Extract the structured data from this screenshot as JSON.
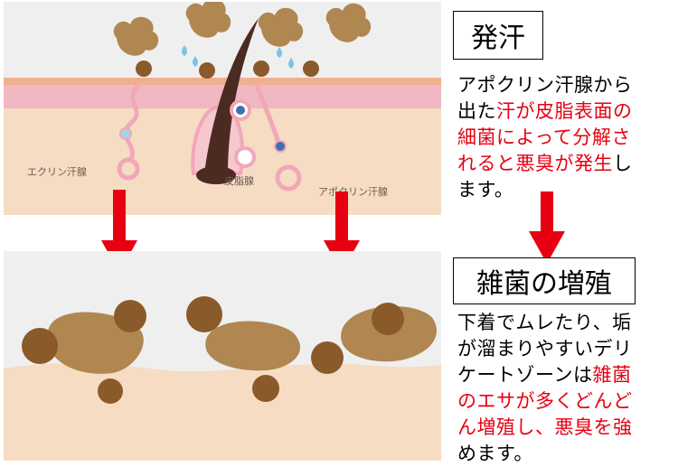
{
  "top_box": {
    "title": "発汗",
    "desc": [
      {
        "text": "アポクリン汗腺から",
        "red": false
      },
      {
        "text": "出た",
        "red": false
      },
      {
        "text": "汗が皮脂表面の",
        "red": true
      },
      {
        "text": "細菌によって分解さ",
        "red": true
      },
      {
        "text": "れると悪臭が発生",
        "red": true
      },
      {
        "text": "し",
        "red": false
      },
      {
        "text": "ます。",
        "red": false
      }
    ]
  },
  "bottom_box": {
    "title": "雑菌の増殖",
    "desc": [
      {
        "text": "下着でムレたり、垢",
        "red": false
      },
      {
        "text": "が溜まりやすいデリ",
        "red": false
      },
      {
        "text": "ケートゾーンは",
        "red": false
      },
      {
        "text": "雑菌",
        "red": true
      },
      {
        "text": "のエサが多くどんど",
        "red": true
      },
      {
        "text": "ん増殖し、悪臭を強",
        "red": true
      },
      {
        "text": "めます。",
        "red": false
      }
    ]
  },
  "skin_labels": {
    "eccrine": "エクリン汗腺",
    "sebaceous": "皮脂腺",
    "apocrine": "アポクリン汗腺"
  },
  "colors": {
    "accent_red": "#e60012",
    "skin_bg": "#f5dcc0",
    "pink_layer": "#f2b3bd",
    "bacteria": "#8a5a2a",
    "smell": "#b08750"
  }
}
